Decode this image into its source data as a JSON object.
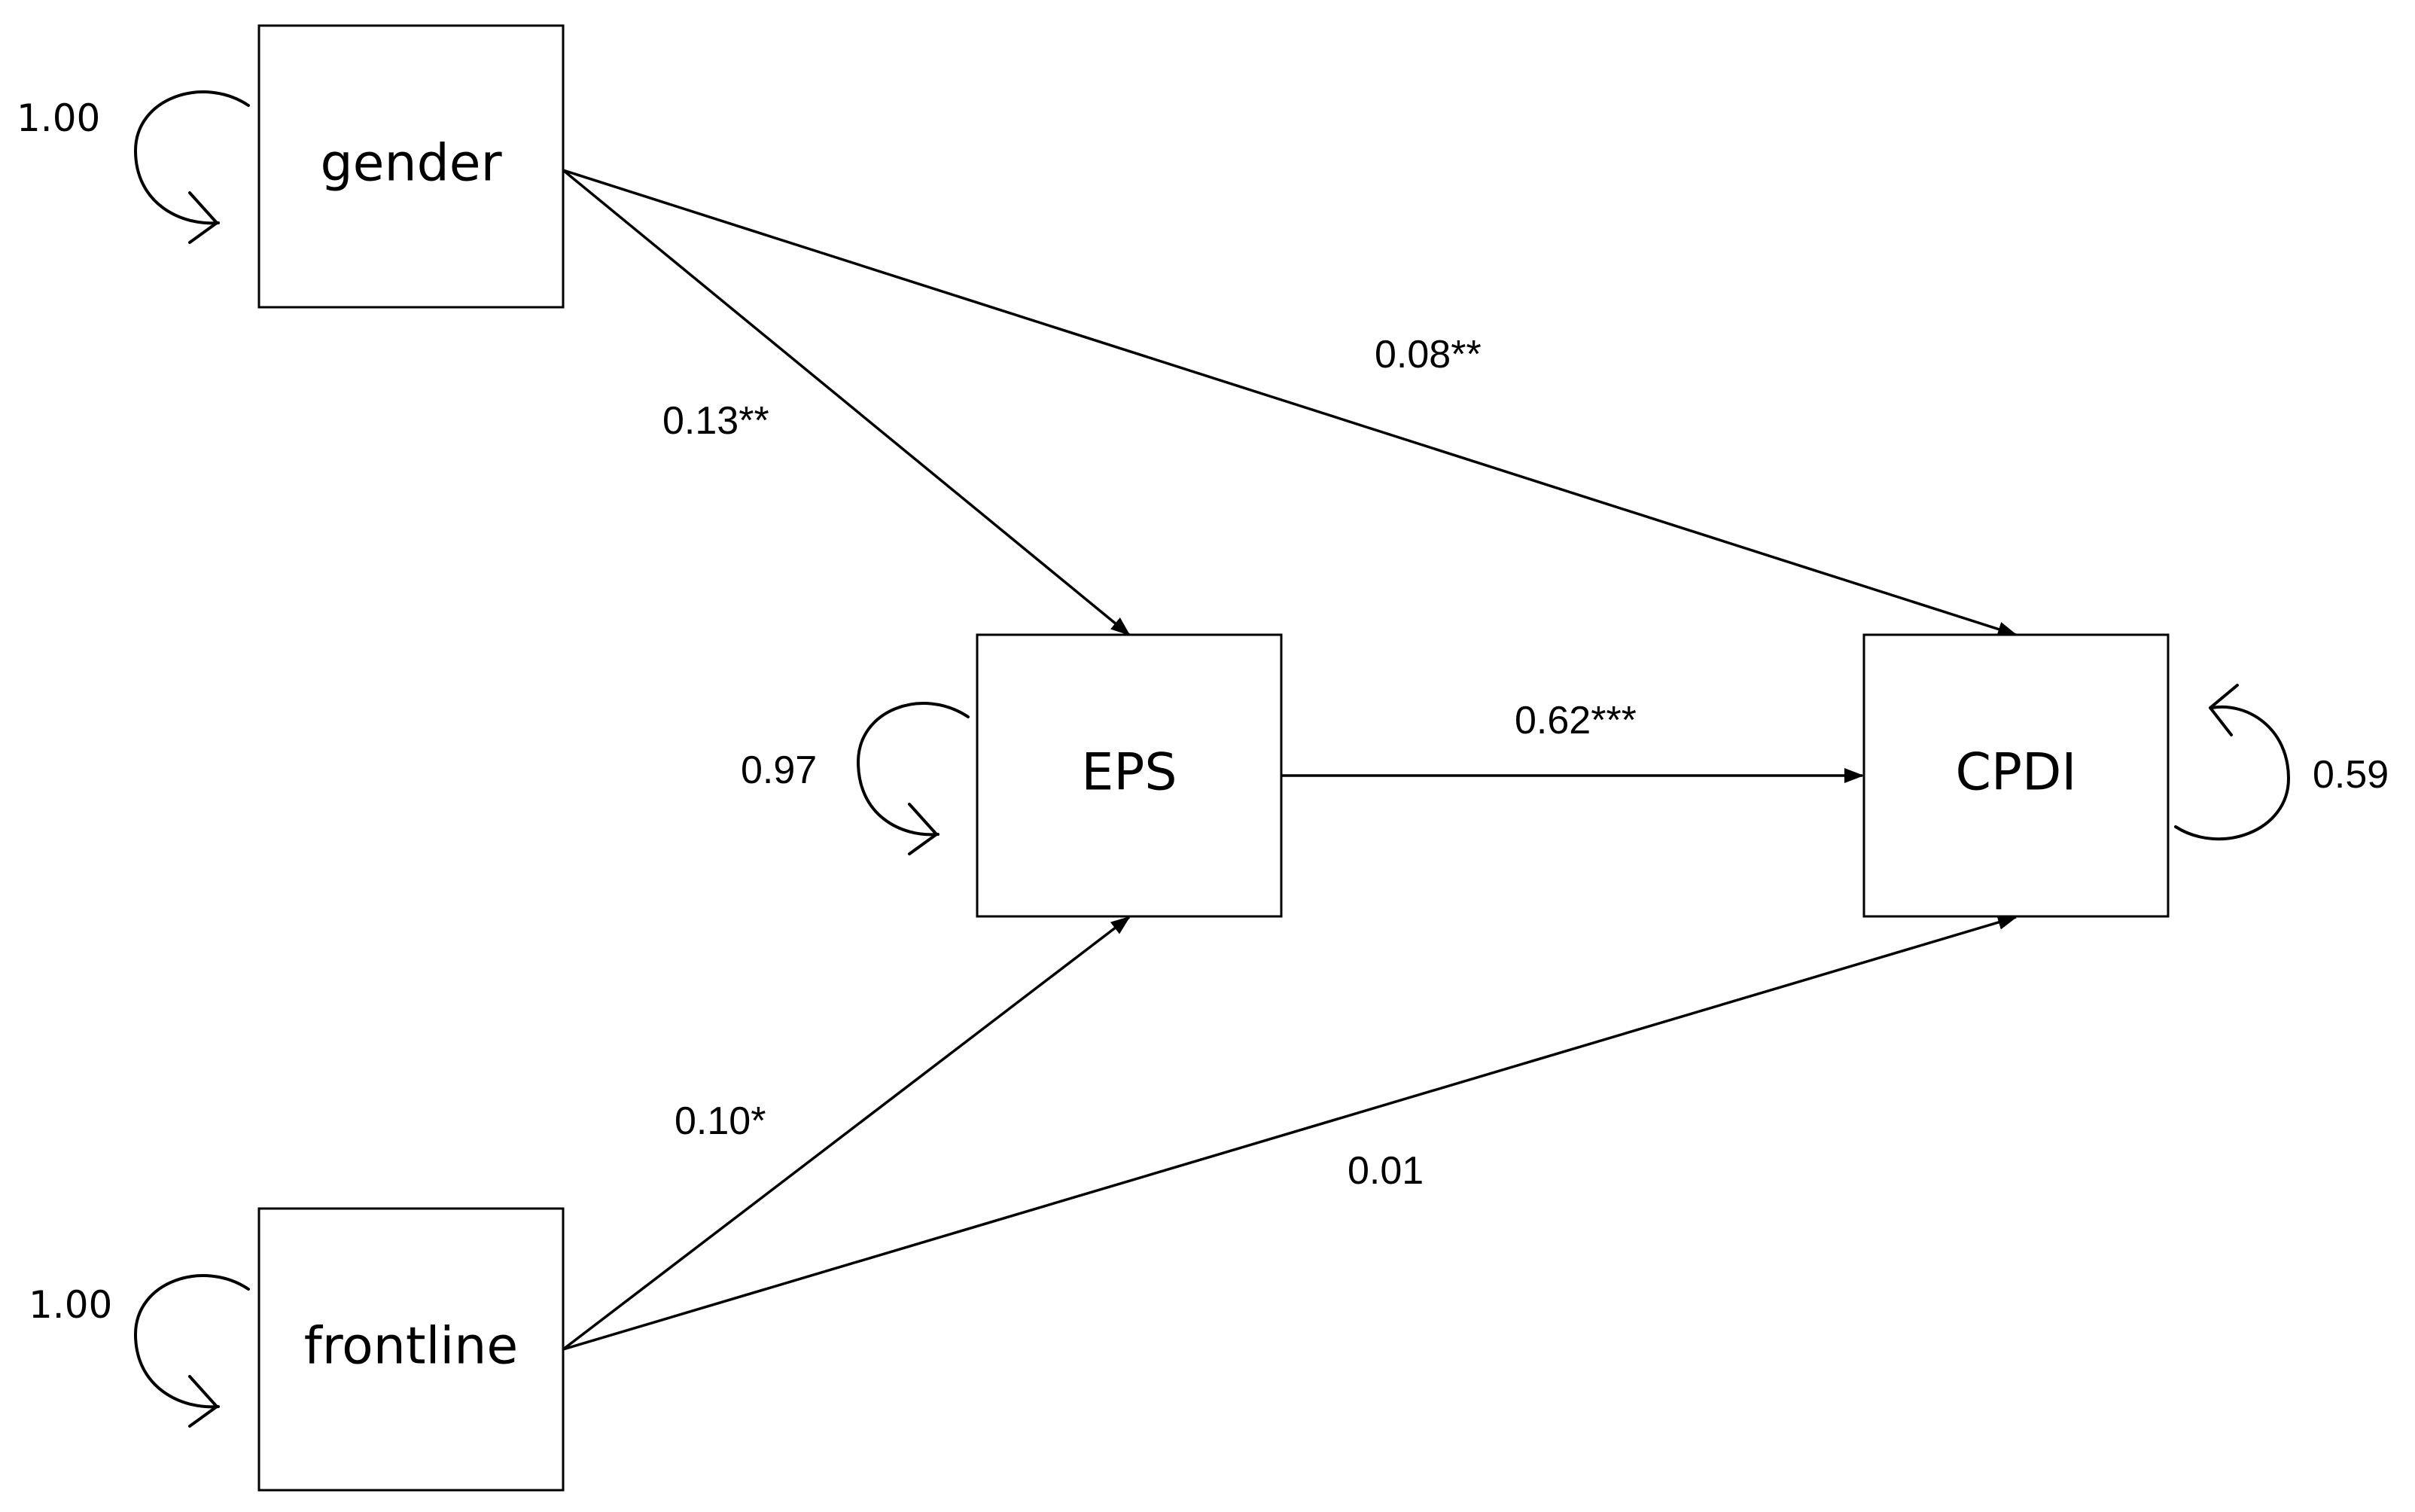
{
  "nodes": {
    "gender": "gender",
    "frontline": "frontline",
    "eps": "EPS",
    "cpdi": "CPDI"
  },
  "paths": {
    "gender_to_eps": "0.13**",
    "gender_to_cpdi": "0.08**",
    "eps_to_cpdi": "0.62***",
    "frontline_to_eps": "0.10*",
    "frontline_to_cpdi": "0.01"
  },
  "variances": {
    "gender": "1.00",
    "frontline": "1.00",
    "eps": "0.97",
    "cpdi": "0.59"
  }
}
